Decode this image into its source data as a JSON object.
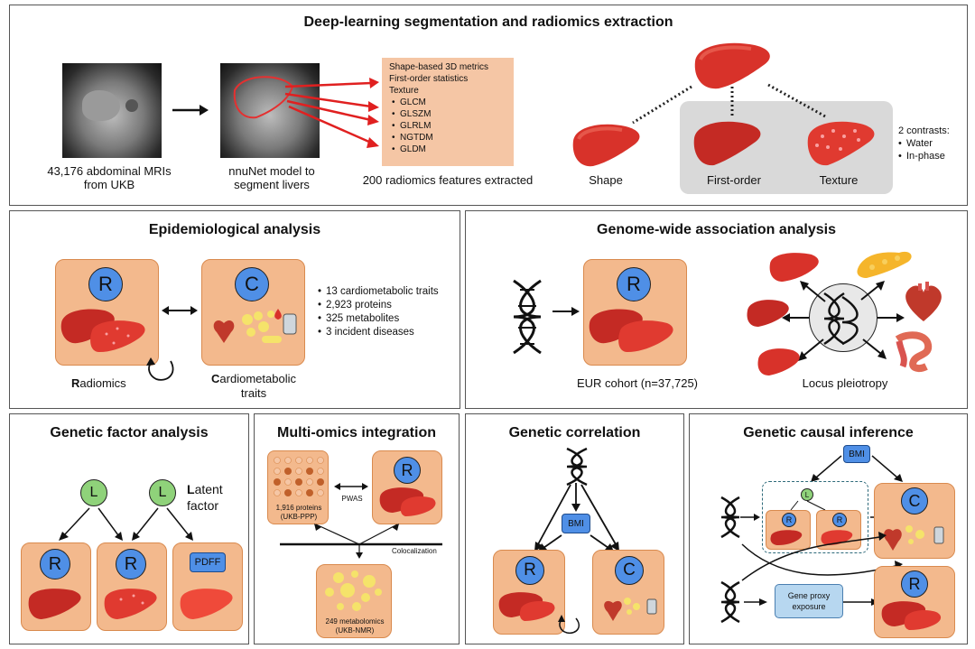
{
  "top": {
    "title": "Deep-learning segmentation and radiomics extraction",
    "mri_caption_1": "43,176 abdominal MRIs",
    "mri_caption_2": "from UKB",
    "nnunet_caption_1": "nnuNet model to",
    "nnunet_caption_2": "segment livers",
    "features_box": {
      "line1": "Shape-based 3D metrics",
      "line2": "First-order statistics",
      "line3": "Texture",
      "items": [
        "GLCM",
        "GLSZM",
        "GLRLM",
        "NGTDM",
        "GLDM"
      ]
    },
    "features_caption": "200 radiomics features extracted",
    "shape_label": "Shape",
    "first_order_label": "First-order",
    "texture_label": "Texture",
    "contrasts_title": "2 contrasts:",
    "contrasts": [
      "Water",
      "In-phase"
    ]
  },
  "epi": {
    "title": "Epidemiological analysis",
    "r_letter": "R",
    "c_letter": "C",
    "radiomics_bold": "R",
    "radiomics_rest": "adiomics",
    "cardio_bold": "C",
    "cardio_rest": "ardiometabolic",
    "cardio_line2": "traits",
    "bullets": [
      "13 cardiometabolic traits",
      "2,923 proteins",
      "325 metabolites",
      "3 incident diseases"
    ]
  },
  "gwas": {
    "title": "Genome-wide association analysis",
    "r_letter": "R",
    "cohort": "EUR cohort (n=37,725)",
    "pleiotropy": "Locus pleiotropy"
  },
  "factor": {
    "title": "Genetic factor analysis",
    "l_letter": "L",
    "latent_bold": "L",
    "latent_rest": "atent",
    "latent_line2": "factor",
    "r_letter": "R",
    "pdff": "PDFF"
  },
  "omics": {
    "title": "Multi-omics integration",
    "proteins_1": "1,916 proteins",
    "proteins_2": "(UKB-PPP)",
    "pwas": "PWAS",
    "r_letter": "R",
    "coloc": "Colocalization",
    "metab_1": "249 metabolomics",
    "metab_2": "(UKB-NMR)"
  },
  "gencorr": {
    "title": "Genetic correlation",
    "bmi": "BMI",
    "r_letter": "R",
    "c_letter": "C"
  },
  "causal": {
    "title": "Genetic causal inference",
    "bmi": "BMI",
    "l_letter": "L",
    "r_letter": "R",
    "c_letter": "C",
    "gene_proxy_1": "Gene proxy",
    "gene_proxy_2": "exposure"
  },
  "colors": {
    "box_fill": "#f3b98d",
    "circle_blue": "#4f8fe6",
    "circle_green": "#8fd27a",
    "liver": "#d8322a",
    "grey_panel": "#d9d9d9"
  }
}
